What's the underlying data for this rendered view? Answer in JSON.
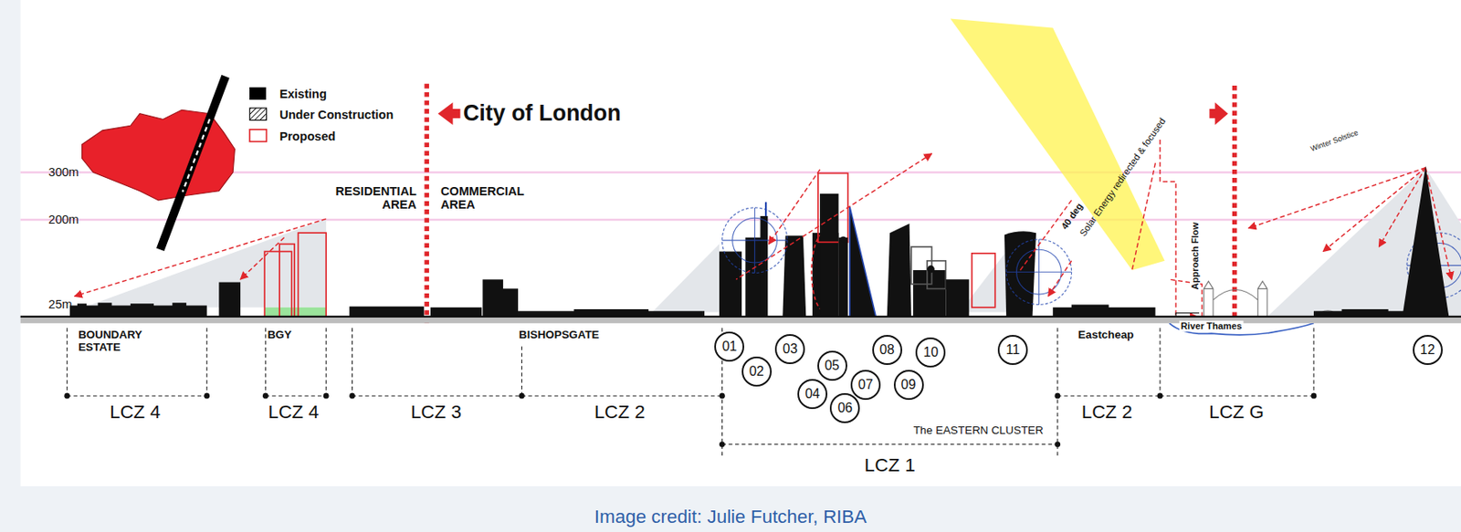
{
  "diagram": {
    "caption": "Image credit: Julie Futcher, RIBA",
    "nodes": [
      {
        "text": [
          "01"
        ]
      },
      {
        "text": [
          "02"
        ]
      },
      {
        "text": [
          "03"
        ]
      },
      {
        "text": [
          "04"
        ]
      },
      {
        "text": [
          "05"
        ]
      },
      {
        "text": [
          "06"
        ]
      },
      {
        "text": [
          "07"
        ]
      },
      {
        "text": [
          "08"
        ]
      },
      {
        "text": [
          "09"
        ]
      },
      {
        "text": [
          "10"
        ]
      },
      {
        "text": [
          "11"
        ]
      },
      {
        "text": [
          "12"
        ]
      }
    ],
    "labels": [
      "City of London",
      "RESIDENTIAL AREA",
      "COMMERCIAL AREA",
      "300m",
      "200m",
      "25m",
      "BOUNDARY ESTATE",
      "BGY",
      "BISHOPSGATE",
      "Eastcheap",
      "River Thames",
      "LCZ 4",
      "LCZ 4",
      "LCZ 3",
      "LCZ 2",
      "LCZ 1",
      "LCZ 2",
      "LCZ G",
      "The EASTERN CLUSTER",
      "40 deg",
      "Solar Energy redirected & focused",
      "Approach Flow",
      "Winter Solstice"
    ],
    "legend": [
      {
        "text": "Existing",
        "color": "#000000"
      },
      {
        "text": "Under Construction"
      },
      {
        "text": "Proposed"
      }
    ]
  }
}
